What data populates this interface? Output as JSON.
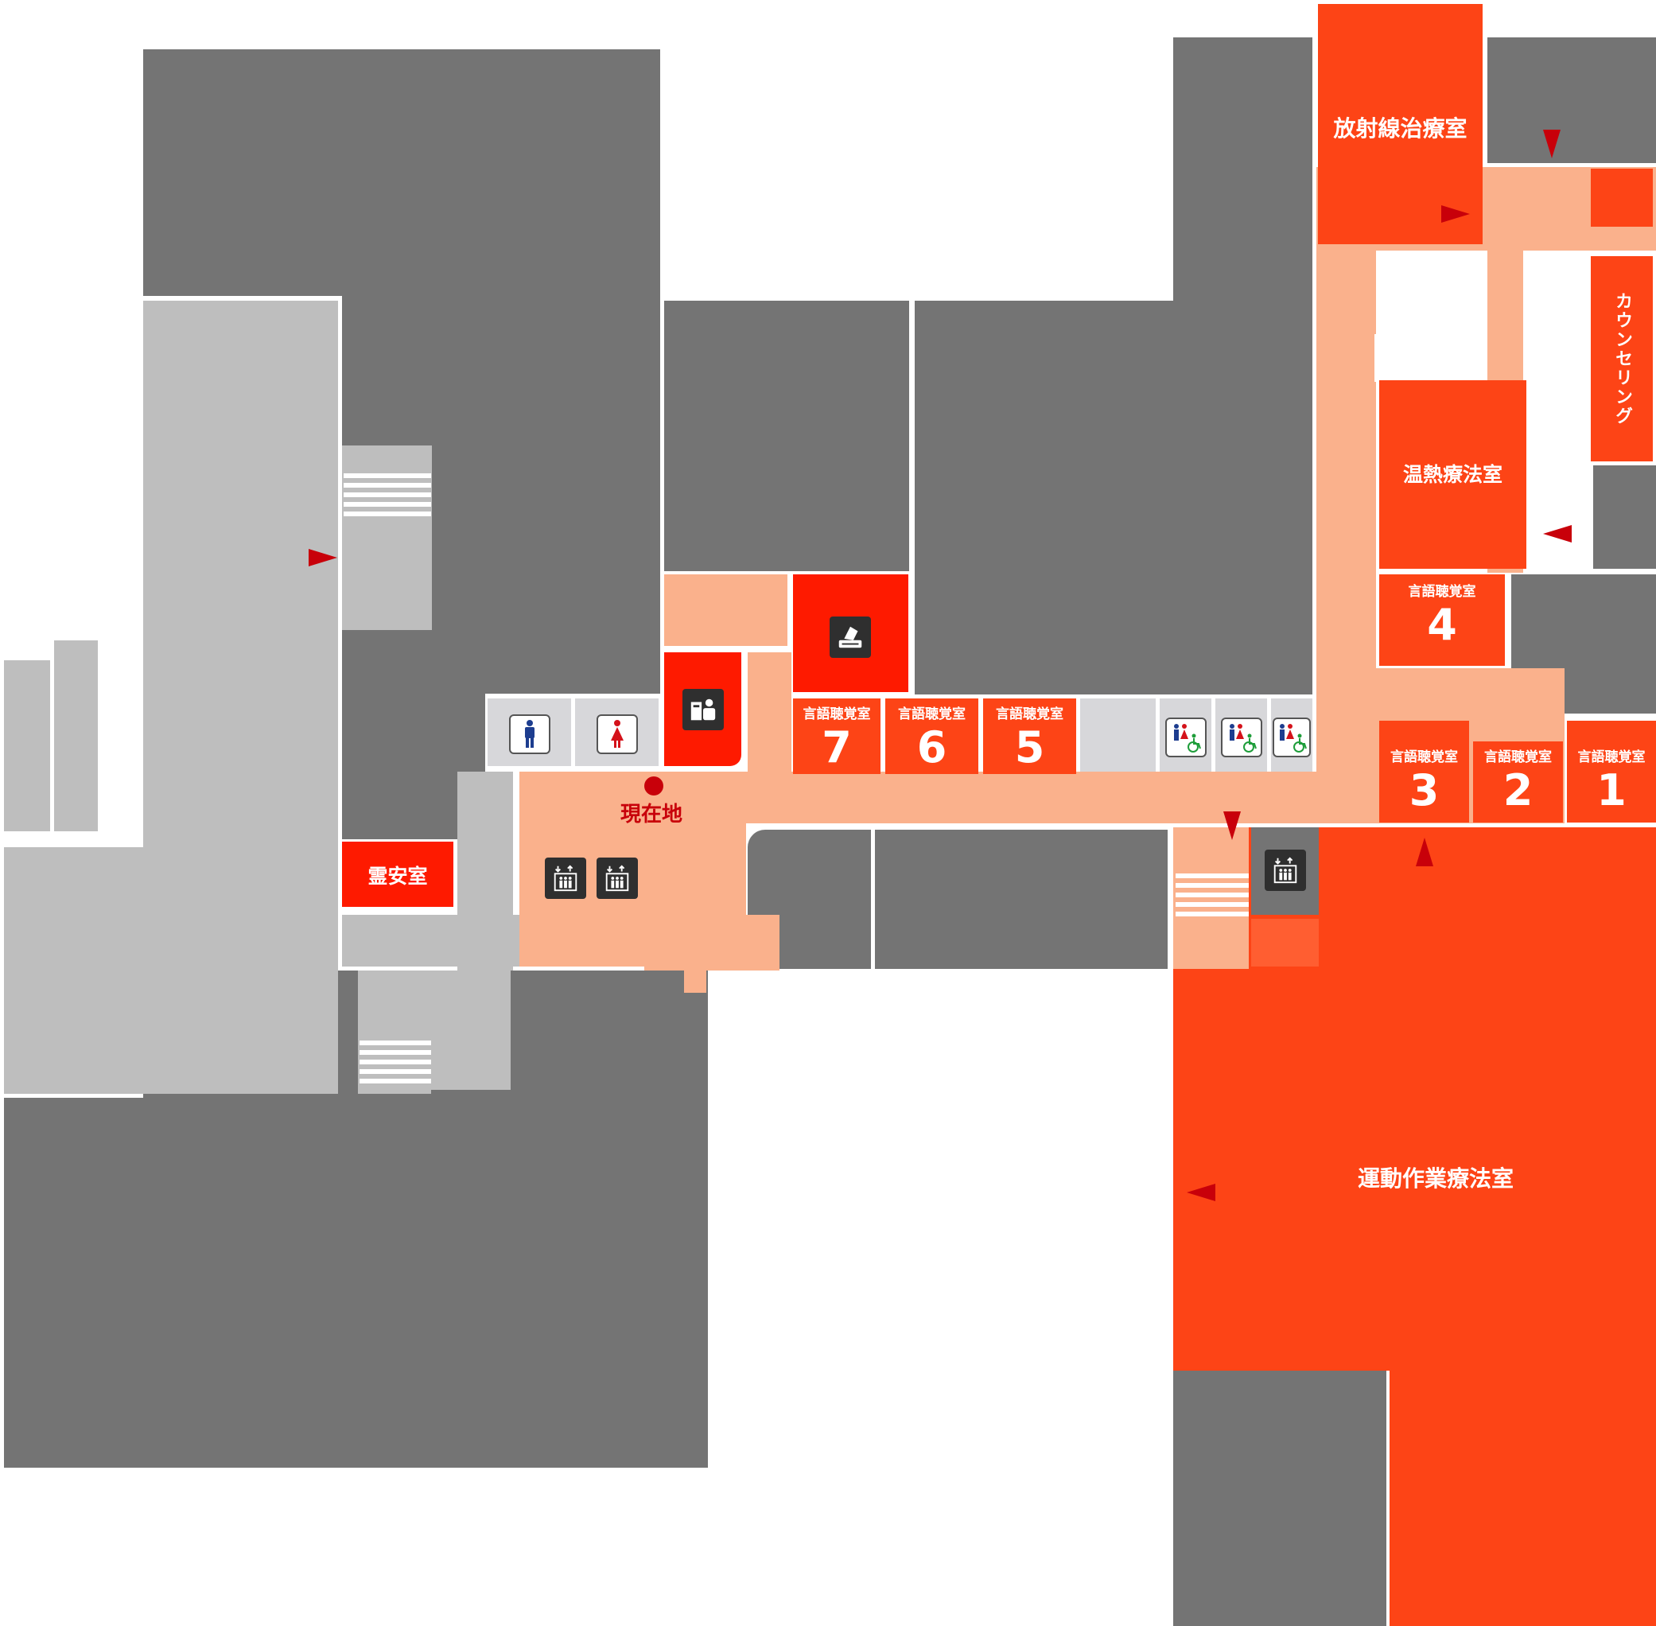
{
  "current_location": {
    "label": "現在地"
  },
  "rooms": {
    "radiation": "放射線治療室",
    "counseling": "カウンセリング",
    "thermo": "温熱療法室",
    "mortuary": "霊安室",
    "rehab": "運動作業療法室"
  },
  "speech_rooms": {
    "title": "言語聴覚室",
    "numbers": [
      "1",
      "2",
      "3",
      "4",
      "5",
      "6",
      "7"
    ]
  },
  "icons": {
    "men_toilet": "man-icon",
    "women_toilet": "woman-icon",
    "reception": "reception-icon",
    "print": "printer-icon",
    "elevator": "elevator-icon",
    "multipurpose_toilet": "accessible-toilet-icon"
  },
  "colors": {
    "room_orange": "#fd4416",
    "room_red": "#fe1a00",
    "corridor": "#fab18c",
    "other_area": "#747474",
    "arrow": "#c8000a"
  }
}
